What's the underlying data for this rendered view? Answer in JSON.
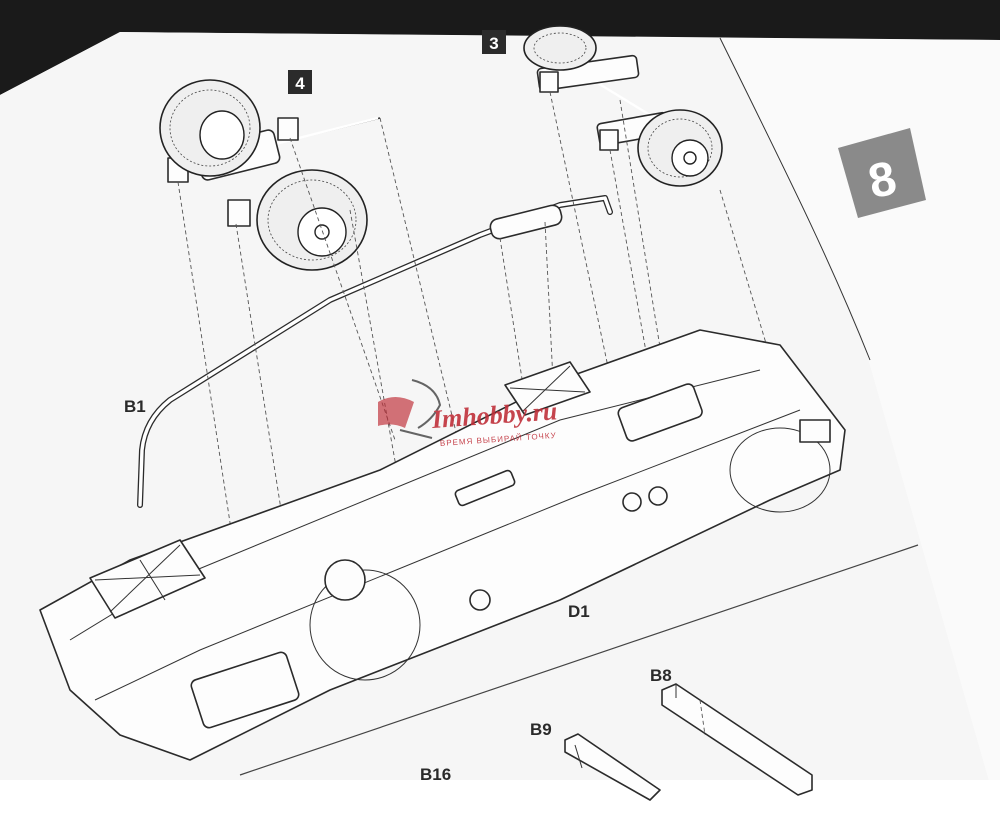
{
  "steps": {
    "step_4": "4",
    "step_3": "3",
    "step_8": "8"
  },
  "parts": {
    "b1": "B1",
    "d1": "D1",
    "b8": "B8",
    "b9": "B9",
    "b16": "B16"
  },
  "watermark": {
    "brand": "Imhobby.ru",
    "tagline": "ВРЕМЯ ВЫБИРАЙ ТОЧКУ"
  },
  "colors": {
    "page": "#f7f7f7",
    "margin": "#1a1a1a",
    "step_badge_dark": "#2b2b2b",
    "step_badge_gray": "#8a8a8a",
    "watermark": "#c0303a"
  }
}
